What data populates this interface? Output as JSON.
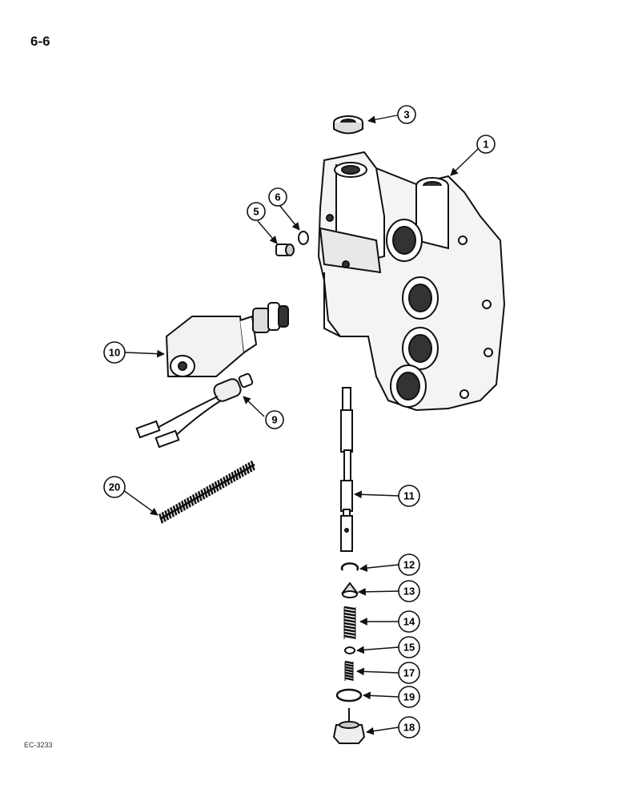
{
  "page": {
    "label": "6-6",
    "code": "EC-3233"
  },
  "callouts": [
    {
      "id": "c1",
      "label": "1"
    },
    {
      "id": "c3",
      "label": "3"
    },
    {
      "id": "c5",
      "label": "5"
    },
    {
      "id": "c6",
      "label": "6"
    },
    {
      "id": "c9",
      "label": "9"
    },
    {
      "id": "c10",
      "label": "10"
    },
    {
      "id": "c11",
      "label": "11"
    },
    {
      "id": "c12",
      "label": "12"
    },
    {
      "id": "c13",
      "label": "13"
    },
    {
      "id": "c14",
      "label": "14"
    },
    {
      "id": "c15",
      "label": "15"
    },
    {
      "id": "c17",
      "label": "17"
    },
    {
      "id": "c18",
      "label": "18"
    },
    {
      "id": "c19",
      "label": "19"
    },
    {
      "id": "c20",
      "label": "20"
    }
  ]
}
